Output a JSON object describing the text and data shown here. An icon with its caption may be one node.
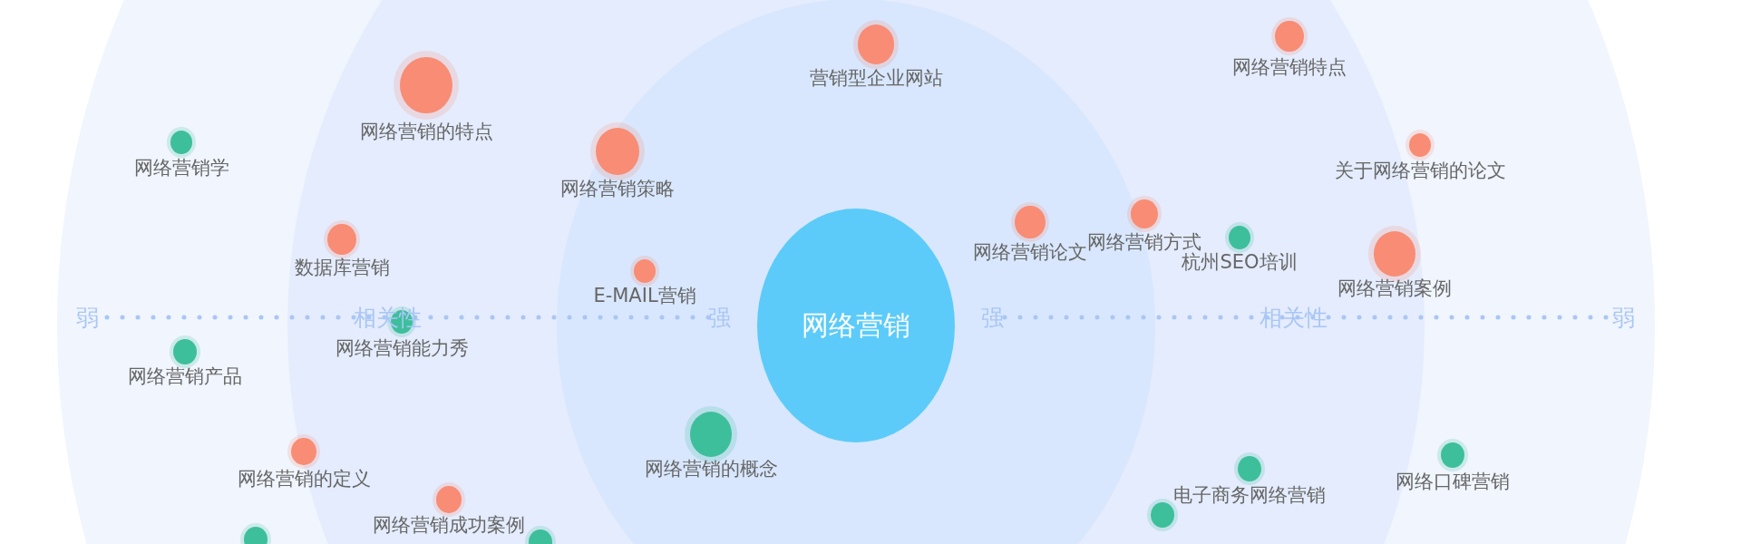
{
  "diagram": {
    "nodes": [
      {
        "text": [
          "网络营销"
        ]
      },
      {
        "text": [
          "营销型企业网站"
        ]
      },
      {
        "text": [
          "网络营销特点"
        ]
      },
      {
        "text": [
          "网络营销的特点"
        ]
      },
      {
        "text": [
          "网络营销学"
        ]
      },
      {
        "text": [
          "网络营销策略"
        ]
      },
      {
        "text": [
          "关于网络营销的论文"
        ]
      },
      {
        "text": [
          "数据库营销"
        ]
      },
      {
        "text": [
          "网络营销论文"
        ]
      },
      {
        "text": [
          "网络营销方式"
        ]
      },
      {
        "text": [
          "杭州SEO培训"
        ]
      },
      {
        "text": [
          "网络营销案例"
        ]
      },
      {
        "text": [
          "E-MAIL营销"
        ]
      },
      {
        "text": [
          "网络营销能力秀"
        ]
      },
      {
        "text": [
          "网络营销产品"
        ]
      },
      {
        "text": [
          "网络营销的定义"
        ]
      },
      {
        "text": [
          "网络营销的概念"
        ]
      },
      {
        "text": [
          "电子商务网络营销"
        ]
      },
      {
        "text": [
          "网络口碑营销"
        ]
      },
      {
        "text": [
          "网络营销成功案例"
        ]
      },
      {
        "text": [],
        "shape": "circle"
      },
      {
        "text": [],
        "shape": "circle"
      },
      {
        "text": [],
        "shape": "circle"
      }
    ],
    "edges": [],
    "labels": [
      "弱",
      "相关性",
      "强",
      "强",
      "相关性",
      "弱"
    ]
  }
}
